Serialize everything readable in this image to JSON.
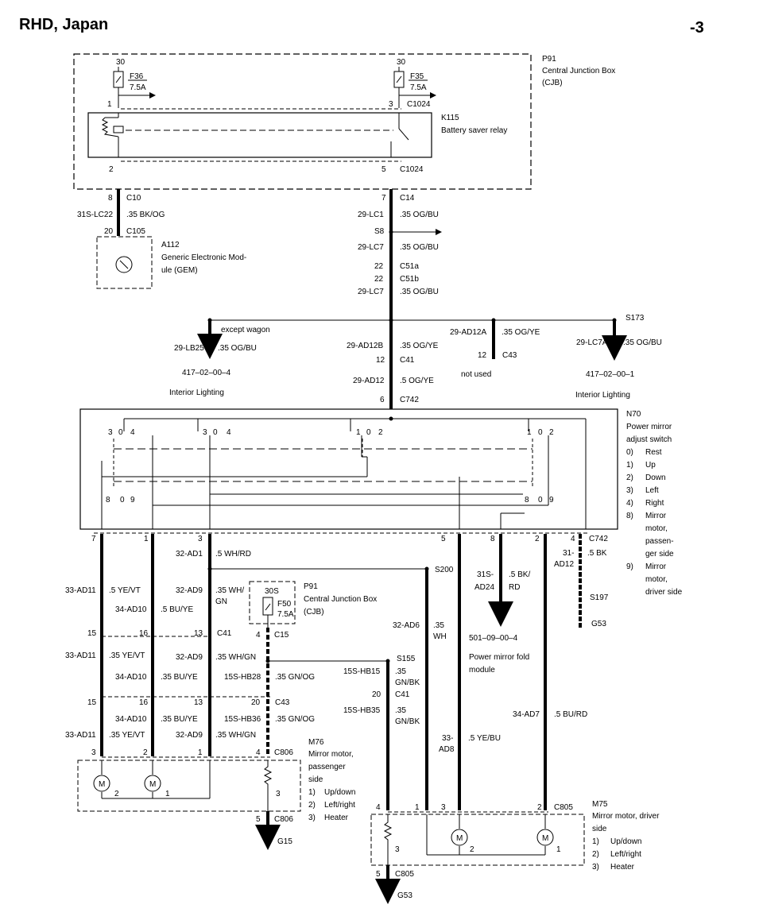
{
  "header": {
    "title": "RHD, Japan",
    "page": "-3"
  },
  "labels": {
    "p91_top": {
      "id": "P91",
      "l1": "Central Junction Box",
      "l2": "(CJB)"
    },
    "pin30_a": "30",
    "pin30_b": "30",
    "f36": "F36",
    "f36_rating": "7.5A",
    "f35": "F35",
    "f35_rating": "7.5A",
    "pin1": "1",
    "pin3": "3",
    "c1024_a": "C1024",
    "k115": "K115",
    "k115_desc": "Battery saver relay",
    "pin2": "2",
    "pin5": "5",
    "c1024_b": "C1024",
    "pin8_c10": "8",
    "c10": "C10",
    "w_31s_lc22": "31S-LC22",
    "w_bk_og": ".35 BK/OG",
    "pin20_c105": "20",
    "c105": "C105",
    "a112": "A112",
    "a112_l1": "Generic Electronic Mod-",
    "a112_l2": "ule (GEM)",
    "pin7_c14": "7",
    "c14": "C14",
    "w_29_lc1": "29-LC1",
    "w_lc1_col": ".35 OG/BU",
    "s8": "S8",
    "w_29_lc7a": "29-LC7",
    "w_lc7a_col": ".35 OG/BU",
    "pin22_a": "22",
    "c51a": "C51a",
    "pin22_b": "22",
    "c51b": "C51b",
    "w_29_lc7b": "29-LC7",
    "w_lc7b_col": ".35 OG/BU",
    "except_wagon": "except wagon",
    "w_29_lb25": "29-LB25",
    "w_lb25_col": ".35 OG/BU",
    "ref_417_4": "417–02–00–4",
    "int_light_a": "Interior Lighting",
    "w_29_ad12b": "29-AD12B",
    "w_ad12b_col": ".35 OG/YE",
    "pin12_c41": "12",
    "c41_a": "C41",
    "w_29_ad12": "29-AD12",
    "w_ad12_col": ".5 OG/YE",
    "pin6_c742": "6",
    "c742_a": "C742",
    "w_29_ad12a": "29-AD12A",
    "w_ad12a_col": ".35 OG/YE",
    "pin12_c43": "12",
    "c43_a": "C43",
    "not_used": "not used",
    "s173": "S173",
    "w_29_lc7a2": "29-LC7A",
    "w_lc7a2_col": ".35 OG/BU",
    "ref_417_1": "417–02–00–1",
    "int_light_b": "Interior Lighting",
    "n70": "N70",
    "n70_l1": "Power mirror",
    "n70_l2": "adjust switch",
    "n70_pos": [
      "0)",
      "1)",
      "2)",
      "3)",
      "4)",
      "8)",
      "",
      "",
      "9)",
      "",
      ""
    ],
    "n70_desc": [
      "Rest",
      "Up",
      "Down",
      "Left",
      "Right",
      "Mirror",
      "motor,",
      "passen-",
      "ger side",
      "Mirror",
      "motor,",
      "driver side"
    ],
    "sw1": [
      "3",
      "0",
      "4"
    ],
    "sw2": [
      "3",
      "0",
      "4"
    ],
    "sw3": [
      "1",
      "0",
      "2"
    ],
    "sw4": [
      "1",
      "0",
      "2"
    ],
    "sw5": [
      "8",
      "0",
      "9"
    ],
    "sw6": [
      "8",
      "0",
      "9"
    ],
    "c742_pins": [
      "7",
      "1",
      "3",
      "5",
      "8",
      "2",
      "4"
    ],
    "c742_b": "C742",
    "w_32_ad1": "32-AD1",
    "w_ad1_col": ".5 WH/RD",
    "s200": "S200",
    "w_31s_ad24_a": "31S-",
    "w_31s_ad24_b": "AD24",
    "w_ad24_col_a": ".5 BK/",
    "w_ad24_col_b": "RD",
    "w_31_ad12_a": "31-",
    "w_31_ad12_b": "AD12",
    "w_ad12bk_col": ".5 BK",
    "s197": "S197",
    "g53_a": "G53",
    "w_33_ad11_a": "33-AD11",
    "w_ad11_col_a": ".5 YE/VT",
    "w_34_ad10_a": "34-AD10",
    "w_ad10_col_a": ".5 BU/YE",
    "w_32_ad9_a": "32-AD9",
    "w_ad9_col_a1": ".35 WH/",
    "w_ad9_col_a2": "GN",
    "p91_mid": {
      "id": "P91",
      "l1": "Central Junction Box",
      "l2": "(CJB)"
    },
    "p91_30s": "30S",
    "f50": "F50",
    "f50_rating": "7.5A",
    "pin4_c15": "4",
    "c15": "C15",
    "w_32_ad6": "32-AD6",
    "w_ad6_col_a": ".35",
    "w_ad6_col_b": "WH",
    "ref_501": "501–09–00–4",
    "fold_l1": "Power mirror fold",
    "fold_l2": "module",
    "c41_pins_1": [
      "15",
      "16",
      "13"
    ],
    "c41_b": "C41",
    "w_33_ad11_b": "33-AD11",
    "w_ad11_col_b": ".35 YE/VT",
    "w_34_ad10_b": "34-AD10",
    "w_ad10_col_b": ".35 BU/YE",
    "w_32_ad9_b": "32-AD9",
    "w_ad9_col_b": ".35 WH/GN",
    "w_15s_hb28": "15S-HB28",
    "w_hb28_col": ".35 GN/OG",
    "s155": "S155",
    "w_15s_hb15": "15S-HB15",
    "w_hb15_col_a": ".35",
    "w_hb15_col_b": "GN/BK",
    "pin20_c41": "20",
    "c41_c": "C41",
    "w_15s_hb35": "15S-HB35",
    "w_hb35_col_a": ".35",
    "w_hb35_col_b": "GN/BK",
    "w_33_ad8_a": "33-",
    "w_33_ad8_b": "AD8",
    "w_ad8_col": ".5 YE/BU",
    "w_34_ad7": "34-AD7",
    "w_ad7_col": ".5 BU/RD",
    "c43_pins": [
      "15",
      "16",
      "13",
      "20"
    ],
    "c43_b": "C43",
    "w_34_ad10_c": "34-AD10",
    "w_ad10_col_c": ".35 BU/YE",
    "w_15s_hb36": "15S-HB36",
    "w_hb36_col": ".35 GN/OG",
    "w_33_ad11_c": "33-AD11",
    "w_ad11_col_c": ".35 YE/VT",
    "w_32_ad9_c": "32-AD9",
    "w_ad9_col_c": ".35 WH/GN",
    "c806_pins": [
      "3",
      "2",
      "1",
      "4"
    ],
    "c806_a": "C806",
    "m76": "M76",
    "m76_l1": "Mirror motor,",
    "m76_l2": "passenger",
    "m76_l3": "side",
    "m76_opts": [
      "1)",
      "2)",
      "3)"
    ],
    "m76_opt_desc": [
      "Up/down",
      "Left/right",
      "Heater"
    ],
    "m76_m": [
      "M",
      "M"
    ],
    "m76_mpin": [
      "2",
      "1",
      "3"
    ],
    "pin5_c806": "5",
    "c806_b": "C806",
    "g15": "G15",
    "c805_pins": [
      "4",
      "1",
      "3",
      "2"
    ],
    "c805_a": "C805",
    "m75": "M75",
    "m75_l1": "Mirror motor, driver",
    "m75_l2": "side",
    "m75_opts": [
      "1)",
      "2)",
      "3)"
    ],
    "m75_opt_desc": [
      "Up/down",
      "Left/right",
      "Heater"
    ],
    "m75_m": [
      "M",
      "M"
    ],
    "m75_mpin": [
      "3",
      "2",
      "1"
    ],
    "pin5_c805": "5",
    "c805_b": "C805",
    "g53_b": "G53"
  }
}
